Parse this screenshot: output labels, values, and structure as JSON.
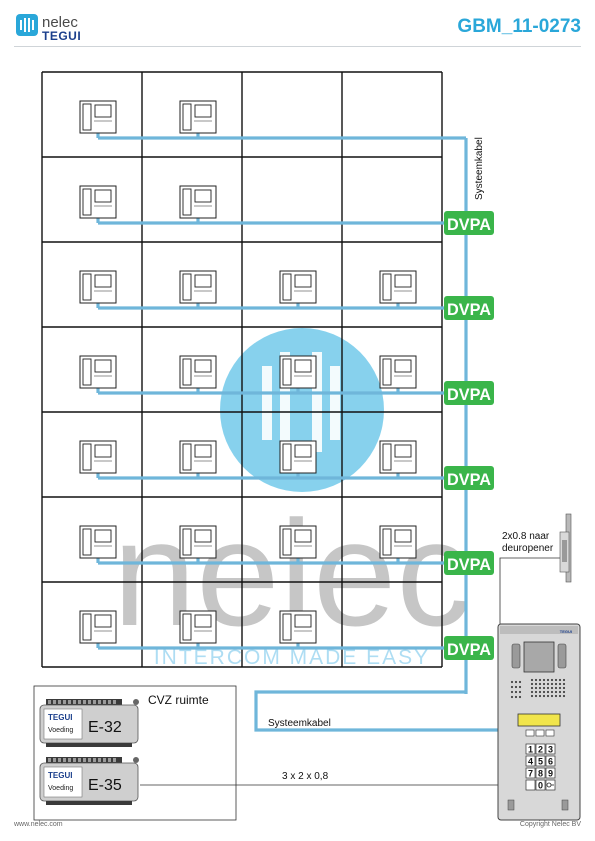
{
  "header": {
    "brand_top": "nelec",
    "brand_bottom": "TEGUI",
    "document_id": "GBM_11-0273"
  },
  "colors": {
    "cable": "#6fb6da",
    "dvpa_green": "#3ab54a",
    "accent_blue": "#2aa7d9",
    "grid": "#111111"
  },
  "labels": {
    "system_cable_vertical": "Systeemkabel",
    "system_cable_horizontal": "Systeemkabel",
    "door_opener": [
      "2x0.8 naar",
      "deuropener"
    ],
    "room_title": "CVZ ruimte",
    "wire_spec": "3 x 2 x 0,8"
  },
  "amplifiers": [
    "DVPA",
    "DVPA",
    "DVPA",
    "DVPA",
    "DVPA",
    "DVPA"
  ],
  "power_supplies": [
    {
      "brand": "TEGUI",
      "type": "Voeding",
      "model": "E-32"
    },
    {
      "brand": "TEGUI",
      "type": "Voeding",
      "model": "E-35"
    }
  ],
  "floors": [
    {
      "phones": [
        1,
        1,
        0,
        0
      ]
    },
    {
      "phones": [
        1,
        1,
        0,
        0
      ]
    },
    {
      "phones": [
        1,
        1,
        1,
        1
      ]
    },
    {
      "phones": [
        1,
        1,
        1,
        1
      ]
    },
    {
      "phones": [
        1,
        1,
        1,
        1
      ]
    },
    {
      "phones": [
        1,
        1,
        1,
        1
      ]
    },
    {
      "phones": [
        1,
        1,
        1,
        0
      ]
    }
  ],
  "panel": {
    "brand": "TEGUI",
    "keypad": [
      "1",
      "2",
      "3",
      "4",
      "5",
      "6",
      "7",
      "8",
      "9",
      "",
      "0",
      "key"
    ]
  },
  "watermark": {
    "word": "nelec",
    "tagline": "INTERCOM MADE EASY"
  },
  "footer": {
    "website": "www.nelec.com",
    "copyright": "Copyright Nelec BV"
  }
}
